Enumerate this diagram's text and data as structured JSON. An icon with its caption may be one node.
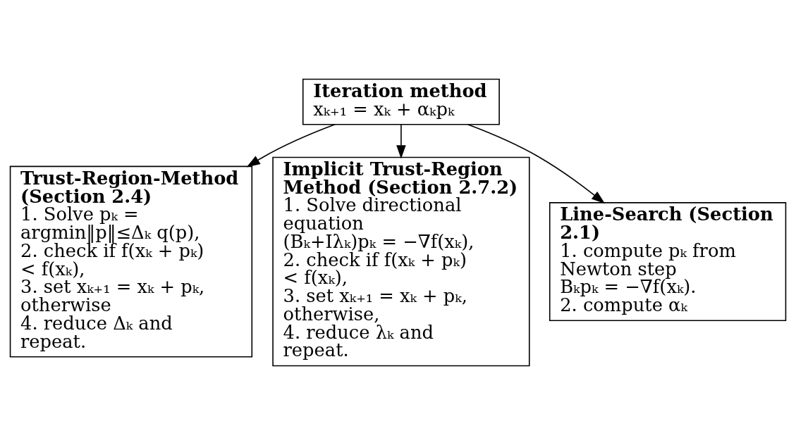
{
  "diagram": {
    "nodes": [
      {
        "text": [
          "Iteration method",
          "xₖ₊₁ = xₖ + αₖpₖ"
        ]
      },
      {
        "text": [
          "Trust-Region-Method (Section 2.4)",
          "1. Solve pₖ =",
          "argmin‖p‖≤Δₖ q(p),",
          "2. check if f(xₖ + pₖ) < f(xₖ),",
          "3. set xₖ₊₁ = xₖ + pₖ, otherwise",
          "4. reduce Δₖ and repeat."
        ]
      },
      {
        "text": [
          "Implicit Trust-Region Method (Section 2.7.2)",
          "1. Solve directional equation",
          "(Bₖ+Iλₖ)pₖ = −∇f(xₖ),",
          "2. check if f(xₖ + pₖ) < f(xₖ),",
          "3. set xₖ₊₁ = xₖ + pₖ, otherwise,",
          "4. reduce λₖ and repeat."
        ]
      },
      {
        "text": [
          "Line-Search (Section 2.1)",
          "1. compute pₖ from Newton step",
          "Bₖpₖ = −∇f(xₖ).",
          "2. compute αₖ"
        ]
      }
    ],
    "edges": [
      {
        "from": 0,
        "to": 1,
        "arrow": "to"
      },
      {
        "from": 0,
        "to": 2,
        "arrow": "to"
      },
      {
        "from": 0,
        "to": 3,
        "arrow": "to"
      }
    ]
  }
}
